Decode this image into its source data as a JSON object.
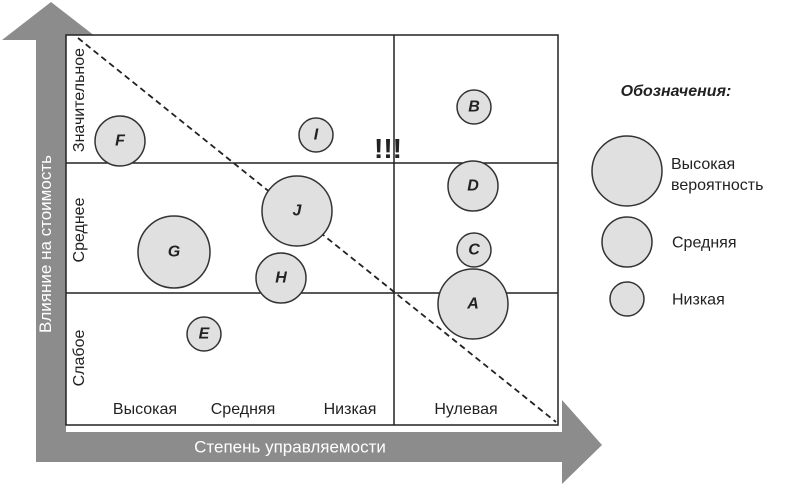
{
  "axes": {
    "y_label": "Влияние на стоимость",
    "x_label": "Степень управляемости"
  },
  "rows": [
    "Значительное",
    "Среднее",
    "Слабое"
  ],
  "columns": [
    "Высокая",
    "Средняя",
    "Низкая",
    "Нулевая"
  ],
  "alert": "!!!",
  "colors": {
    "arrow": "#8c8c8c",
    "bubble_fill": "#e0e0e0",
    "bubble_stroke": "#333333"
  },
  "legend": {
    "title": "Обозначения:",
    "items": [
      {
        "size": "large",
        "lines": [
          "Высокая",
          "вероятность"
        ]
      },
      {
        "size": "medium",
        "lines": [
          "Средняя"
        ]
      },
      {
        "size": "small",
        "lines": [
          "Низкая"
        ]
      }
    ]
  },
  "bubbles": [
    {
      "label": "B",
      "size": "small"
    },
    {
      "label": "F",
      "size": "medium"
    },
    {
      "label": "I",
      "size": "small"
    },
    {
      "label": "D",
      "size": "medium"
    },
    {
      "label": "J",
      "size": "large"
    },
    {
      "label": "G",
      "size": "large"
    },
    {
      "label": "C",
      "size": "small"
    },
    {
      "label": "H",
      "size": "medium"
    },
    {
      "label": "A",
      "size": "large"
    },
    {
      "label": "E",
      "size": "small"
    }
  ]
}
